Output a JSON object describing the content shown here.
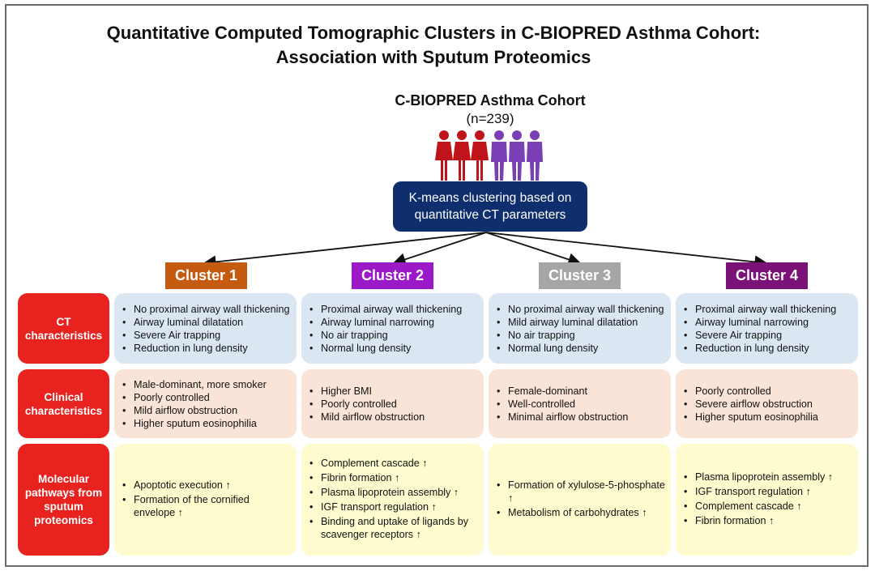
{
  "title": {
    "line1": "Quantitative Computed Tomographic Clusters in C-BIOPRED Asthma Cohort:",
    "line2": "Association with Sputum Proteomics"
  },
  "cohort": {
    "name": "C-BIOPRED Asthma Cohort",
    "n": "(n=239)",
    "icon": "people-group-icon",
    "female_color": "#c0141b",
    "male_color": "#7b3fb5"
  },
  "method": {
    "line1": "K-means clustering based on",
    "line2": "quantitative CT parameters",
    "color": "#0e2e6e"
  },
  "clusters": [
    {
      "label": "Cluster 1",
      "color": "#c55a11"
    },
    {
      "label": "Cluster 2",
      "color": "#9c19c8"
    },
    {
      "label": "Cluster 3",
      "color": "#a6a6a6"
    },
    {
      "label": "Cluster 4",
      "color": "#7a1277"
    }
  ],
  "rows": [
    {
      "label": "CT characteristics",
      "cells": [
        [
          "No proximal airway wall thickening",
          "Airway luminal dilatation",
          "Severe Air trapping",
          "Reduction in lung density"
        ],
        [
          "Proximal airway wall thickening",
          "Airway luminal narrowing",
          "No air trapping",
          "Normal lung density"
        ],
        [
          "No proximal airway wall thickening",
          "Mild airway luminal dilatation",
          "No air trapping",
          "Normal lung density"
        ],
        [
          "Proximal airway wall thickening",
          "Airway luminal narrowing",
          "Severe Air trapping",
          "Reduction in lung density"
        ]
      ]
    },
    {
      "label": "Clinical characteristics",
      "cells": [
        [
          "Male-dominant, more smoker",
          "Poorly controlled",
          "Mild airflow obstruction",
          "Higher sputum eosinophilia"
        ],
        [
          "Higher BMI",
          "Poorly controlled",
          "Mild airflow obstruction"
        ],
        [
          "Female-dominant",
          "Well-controlled",
          "Minimal airflow obstruction"
        ],
        [
          "Poorly controlled",
          "Severe airflow obstruction",
          "Higher sputum eosinophilia"
        ]
      ]
    },
    {
      "label": "Molecular pathways from sputum proteomics",
      "cells": [
        [
          "Apoptotic execution ↑",
          "Formation of the cornified envelope ↑"
        ],
        [
          "Complement cascade ↑",
          "Fibrin formation ↑",
          "Plasma lipoprotein assembly ↑",
          "IGF transport regulation ↑",
          "Binding and uptake of ligands by scavenger receptors ↑"
        ],
        [
          "Formation of xylulose-5-phosphate ↑",
          "Metabolism of carbohydrates ↑"
        ],
        [
          "Plasma lipoprotein assembly ↑",
          "IGF transport regulation ↑",
          "Complement cascade ↑",
          "Fibrin formation ↑"
        ]
      ]
    }
  ]
}
